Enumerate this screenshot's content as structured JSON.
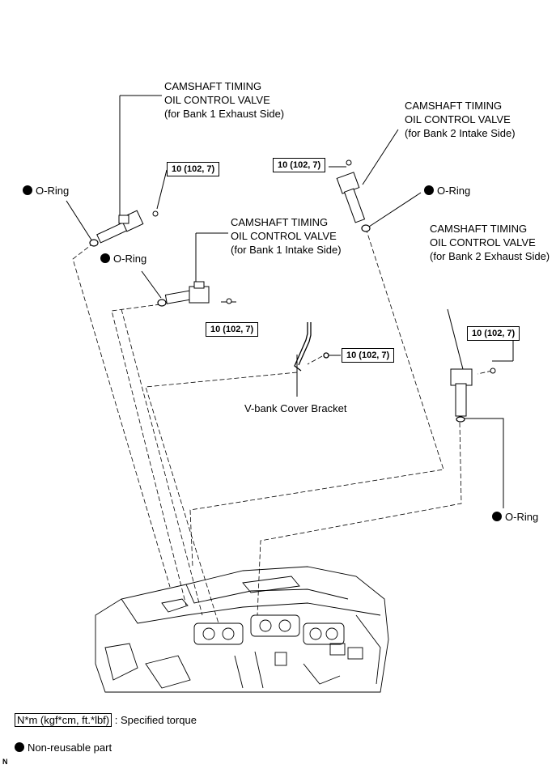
{
  "labels": {
    "valve_b1_exhaust": [
      "CAMSHAFT TIMING",
      "OIL CONTROL VALVE",
      "(for Bank 1 Exhaust Side)"
    ],
    "valve_b2_intake": [
      "CAMSHAFT TIMING",
      "OIL CONTROL VALVE",
      "(for Bank 2 Intake Side)"
    ],
    "valve_b1_intake": [
      "CAMSHAFT TIMING",
      "OIL CONTROL VALVE",
      "(for Bank 1 Intake Side)"
    ],
    "valve_b2_exhaust": [
      "CAMSHAFT TIMING",
      "OIL CONTROL VALVE",
      "(for Bank 2 Exhaust Side)"
    ],
    "bracket": "V-bank Cover Bracket",
    "oring": "O-Ring"
  },
  "torque_values": [
    "10 (102, 7)",
    "10 (102, 7)",
    "10 (102, 7)",
    "10 (102, 7)",
    "10 (102, 7)"
  ],
  "legend": {
    "torque_unit": "N*m (kgf*cm, ft.*lbf)",
    "torque_text": ": Specified torque",
    "nonreusable_text": "Non-reusable part"
  },
  "corner_code": "N",
  "colors": {
    "line": "#000000",
    "background": "#ffffff"
  }
}
